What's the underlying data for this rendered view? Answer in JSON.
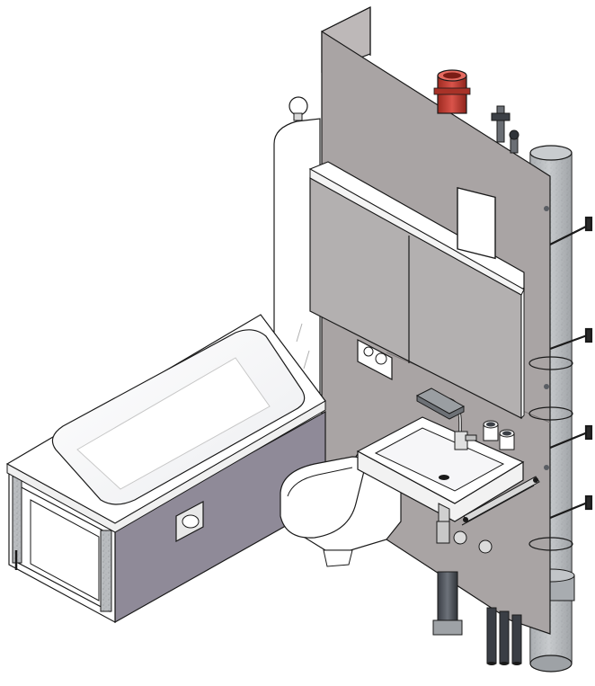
{
  "scene": {
    "subject": "bathroom-installation-module",
    "components": [
      "wall-panel",
      "bathtub",
      "shower-screen",
      "mirror-cabinet",
      "wall-hung-toilet",
      "flush-plate",
      "washbasin",
      "faucet",
      "towel-rail",
      "soil-stack-pipe",
      "vent-pipe",
      "supply-pipes",
      "toilet-roll-holder",
      "soap-dish",
      "tumblers"
    ]
  },
  "colors": {
    "outline": "#1a1a1a",
    "wall_front": "#a9a4a4",
    "wall_side": "#bdb8b8",
    "tub_panel": "#8f8a98",
    "cabinet": "#b3b0b0",
    "porcelain": "#ffffff",
    "galvanized": "#b9bcbf",
    "red_pipe": "#c0392b",
    "dark_pipe": "#4a4e55"
  }
}
